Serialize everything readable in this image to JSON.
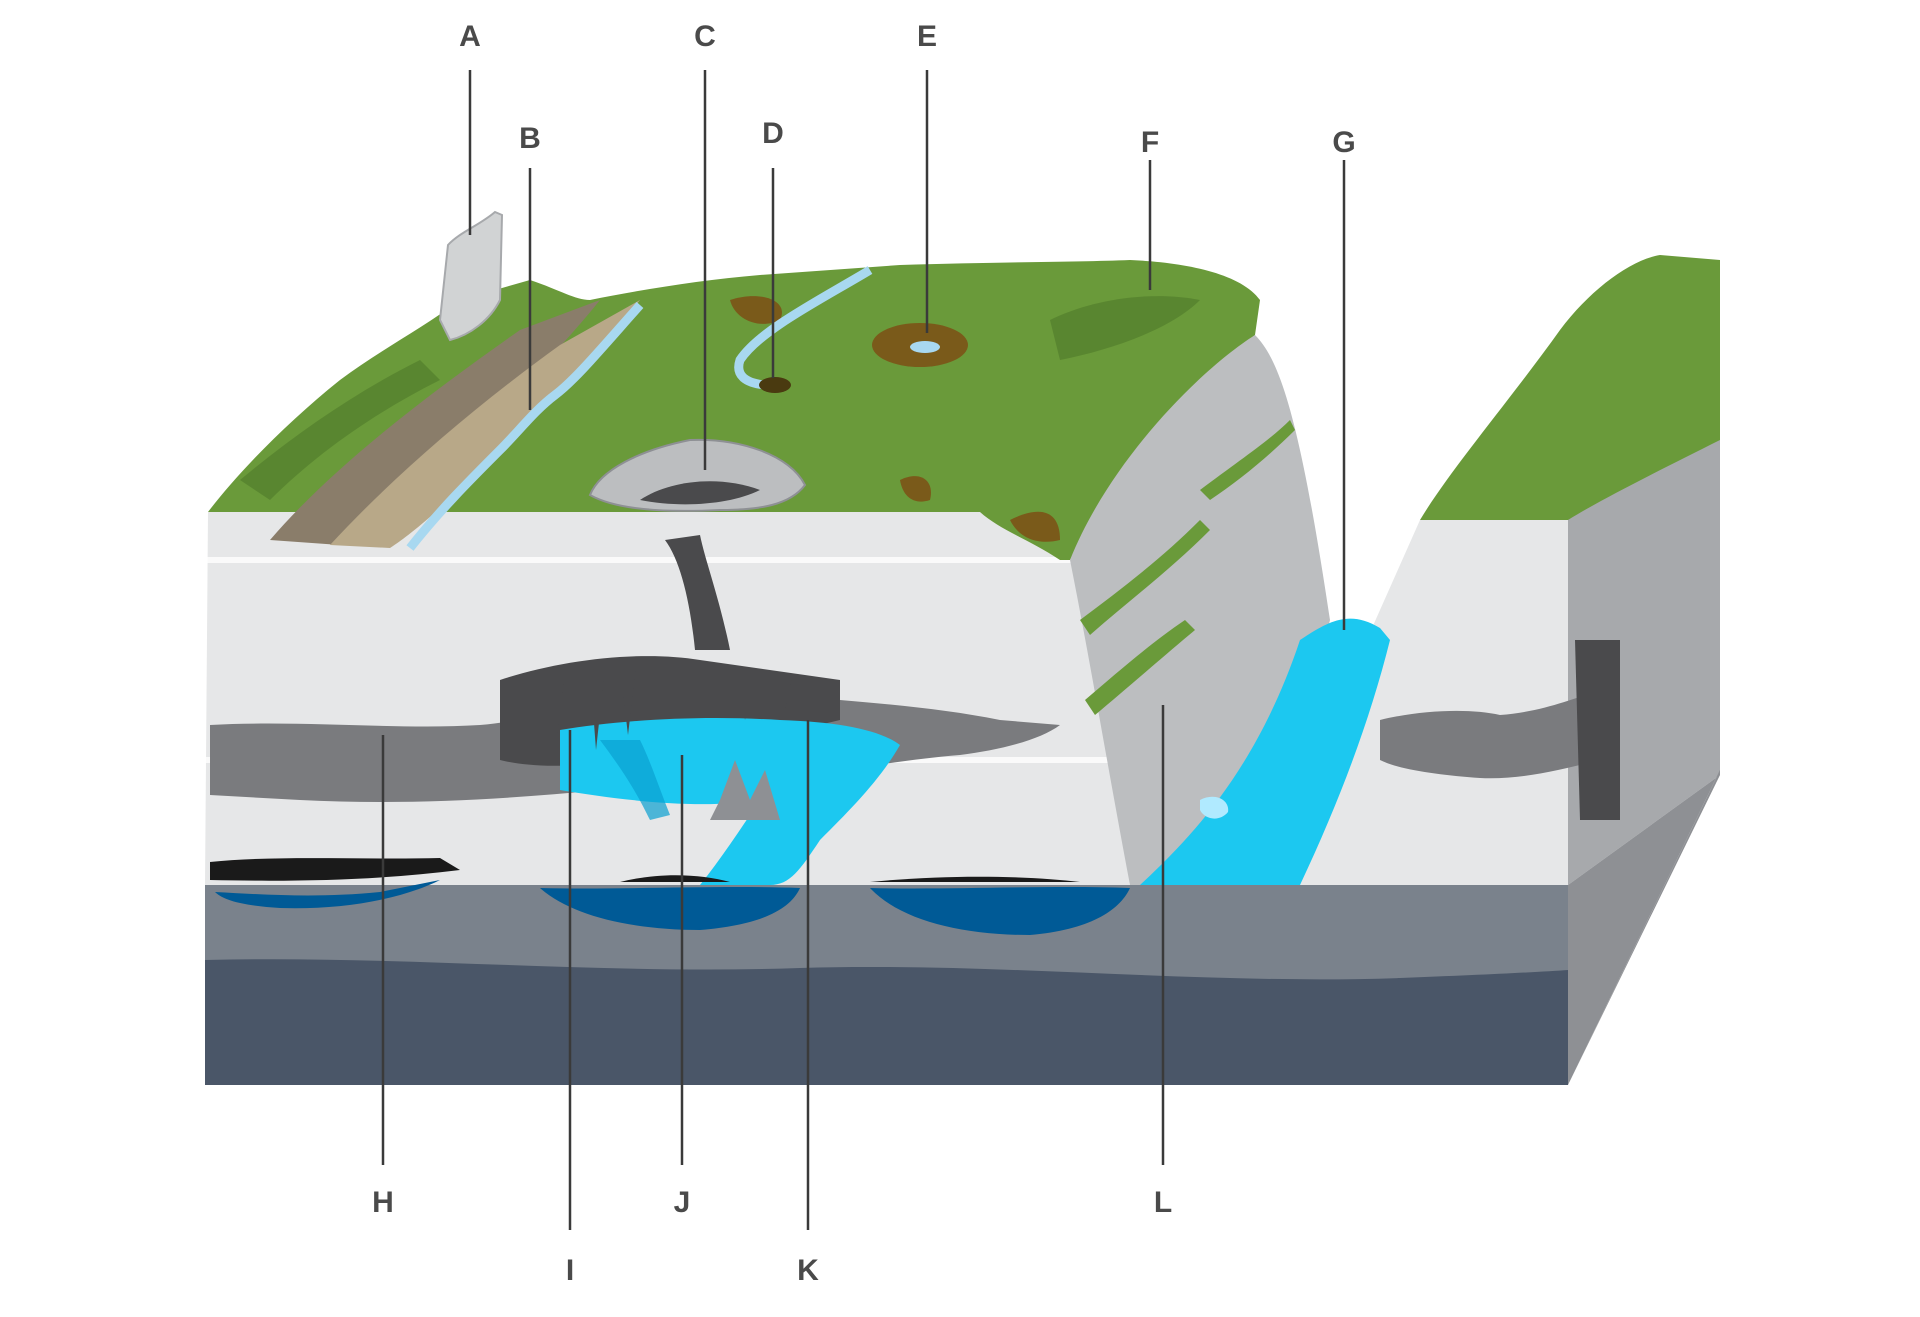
{
  "diagram": {
    "labels": {
      "A": "A",
      "B": "B",
      "C": "C",
      "D": "D",
      "E": "E",
      "F": "F",
      "G": "G",
      "H": "H",
      "I": "I",
      "J": "J",
      "K": "K",
      "L": "L"
    },
    "colors": {
      "grass": "#6a9a3a",
      "grass_dark": "#4f7a2a",
      "soil": "#7a5a1a",
      "limestone": "#e6e7e8",
      "limestone_shadow": "#bcbec0",
      "cave_dark": "#4a4a4c",
      "cave_mid": "#7a7b7e",
      "water": "#1cc8f0",
      "water_deep": "#005a96",
      "bedrock_upper": "#7a828c",
      "bedrock_lower": "#4a5668",
      "block_side": "#a7a9ac",
      "label_text": "#4a4a4a"
    }
  }
}
